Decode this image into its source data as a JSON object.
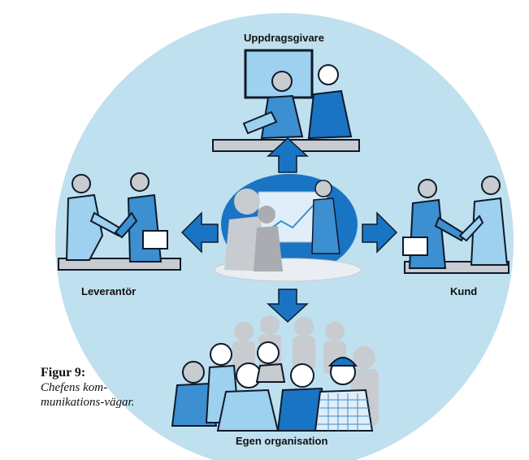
{
  "nodes": {
    "top": "Uppdragsgivare",
    "left": "Leverantör",
    "right": "Kund",
    "bottom": "Egen organisation"
  },
  "caption": {
    "title": "Figur 9:",
    "text": "Chefens kom-munikations-vägar."
  },
  "colors": {
    "circle": "#bfe0ef",
    "arrow": "#1a74c4",
    "figure_blue": "#3c8fd0",
    "figure_light": "#9ed0ef",
    "figure_gray": "#c8cbcf",
    "ink": "#0e1a2b"
  },
  "icons": {
    "top": "meeting-icon",
    "left": "handshake-icon",
    "right": "handshake-icon",
    "center": "presentation-icon",
    "bottom": "group-icon"
  }
}
